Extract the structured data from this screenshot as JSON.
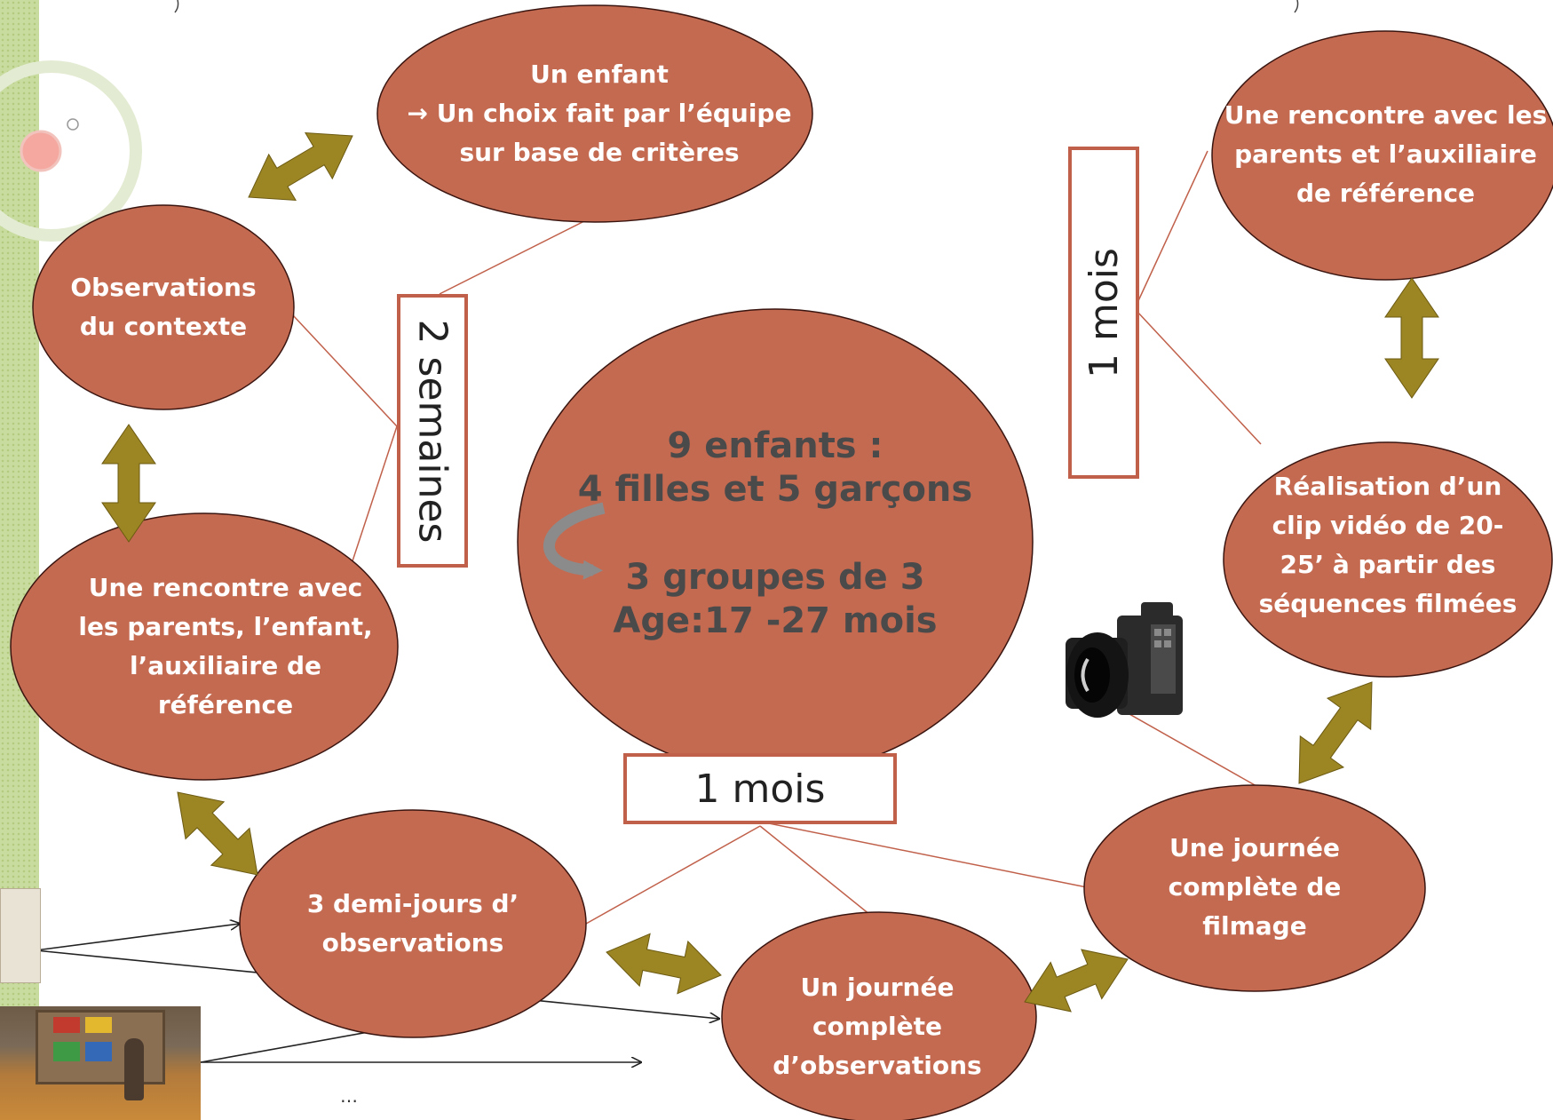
{
  "nodes": {
    "un_enfant": "Un enfant\n→ Un choix fait par l’équipe\nsur base de critères",
    "observations_contexte": "Observations\ndu contexte",
    "rencontre_parents_enfant": "Une rencontre avec\nles parents, l’enfant,\nl’auxiliaire de\nréférence",
    "demi_jours": "3 demi-jours d’\nobservations",
    "journee_observations": "Un journée\ncomplète\nd’observations",
    "journee_filmage": "Une journée\ncomplète de\nfilmage",
    "realisation_clip": "Réalisation d’un\nclip vidéo de 20-\n25’ à partir des\nséquences filmées",
    "rencontre_parents_auxiliaire": "Une rencontre avec les\nparents et l’auxiliaire\nde référence"
  },
  "center": {
    "line1": "9 enfants  :",
    "line2": "4 filles et 5 garçons",
    "line3": "3 groupes de 3",
    "line4": "Age:17 -27 mois"
  },
  "durations": {
    "two_weeks": "2 semaines",
    "one_month_bottom": "1 mois",
    "one_month_right": "1 mois"
  },
  "footer": {
    "ellipsis": "…"
  },
  "colors": {
    "node_fill": "#c46a51",
    "node_stroke": "#3a1510",
    "arrow_fill": "#9c8523",
    "connector_line": "#c0604a",
    "side_strip": "#c9dca0"
  }
}
